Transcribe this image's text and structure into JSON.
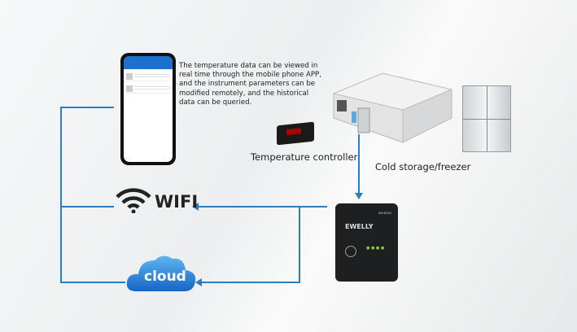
{
  "description": "The temperature data can be viewed in real time through the mobile phone APP, and the instrument parameters can be modified remotely, and the historical data can be queried.",
  "labels": {
    "controller": "Temperature controller",
    "cold_storage": "Cold storage/freezer",
    "wifi": "WIFI",
    "cloud": "cloud"
  },
  "device": {
    "brand": "EWELLY",
    "model": "EW-R102",
    "leds": "● ● ● ●"
  },
  "colors": {
    "connector": "#2b7cc0"
  }
}
